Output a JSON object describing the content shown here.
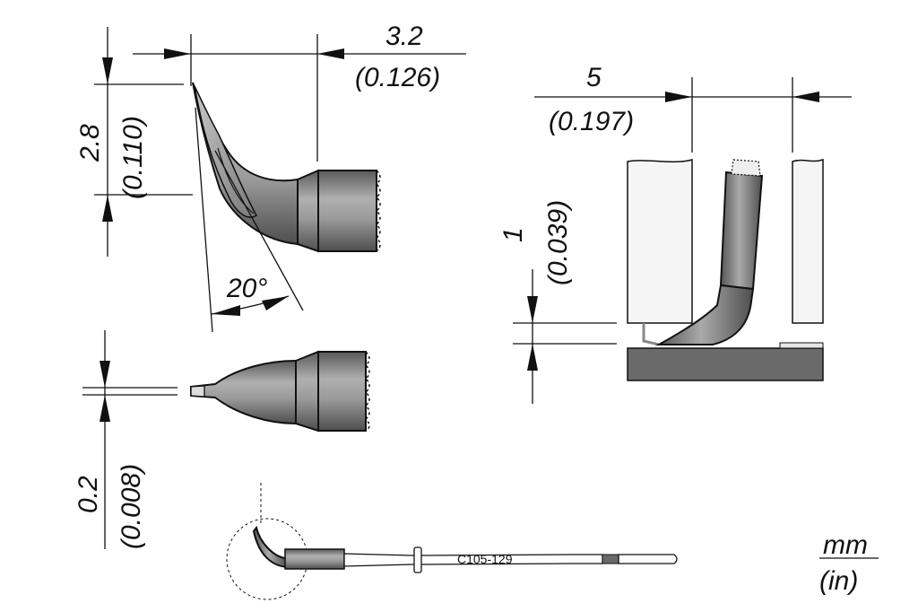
{
  "dimensions": {
    "length": {
      "mm": "3.2",
      "in": "(0.126)"
    },
    "height": {
      "mm": "2.8",
      "in": "(0.110)"
    },
    "angle": "20°",
    "tip_width": {
      "mm": "0.2",
      "in": "(0.008)"
    },
    "reach": {
      "mm": "5",
      "in": "(0.197)"
    },
    "clearance": {
      "mm": "1",
      "in": "(0.039)"
    }
  },
  "part_number": "C105-129",
  "units": {
    "primary": "mm",
    "secondary": "(in)"
  },
  "colors": {
    "tip_gray": "#7d7d7d",
    "tip_dark": "#5a5a5a",
    "tip_light": "#b5b5b5",
    "board": "#6a6a6a",
    "line": "#111111"
  }
}
